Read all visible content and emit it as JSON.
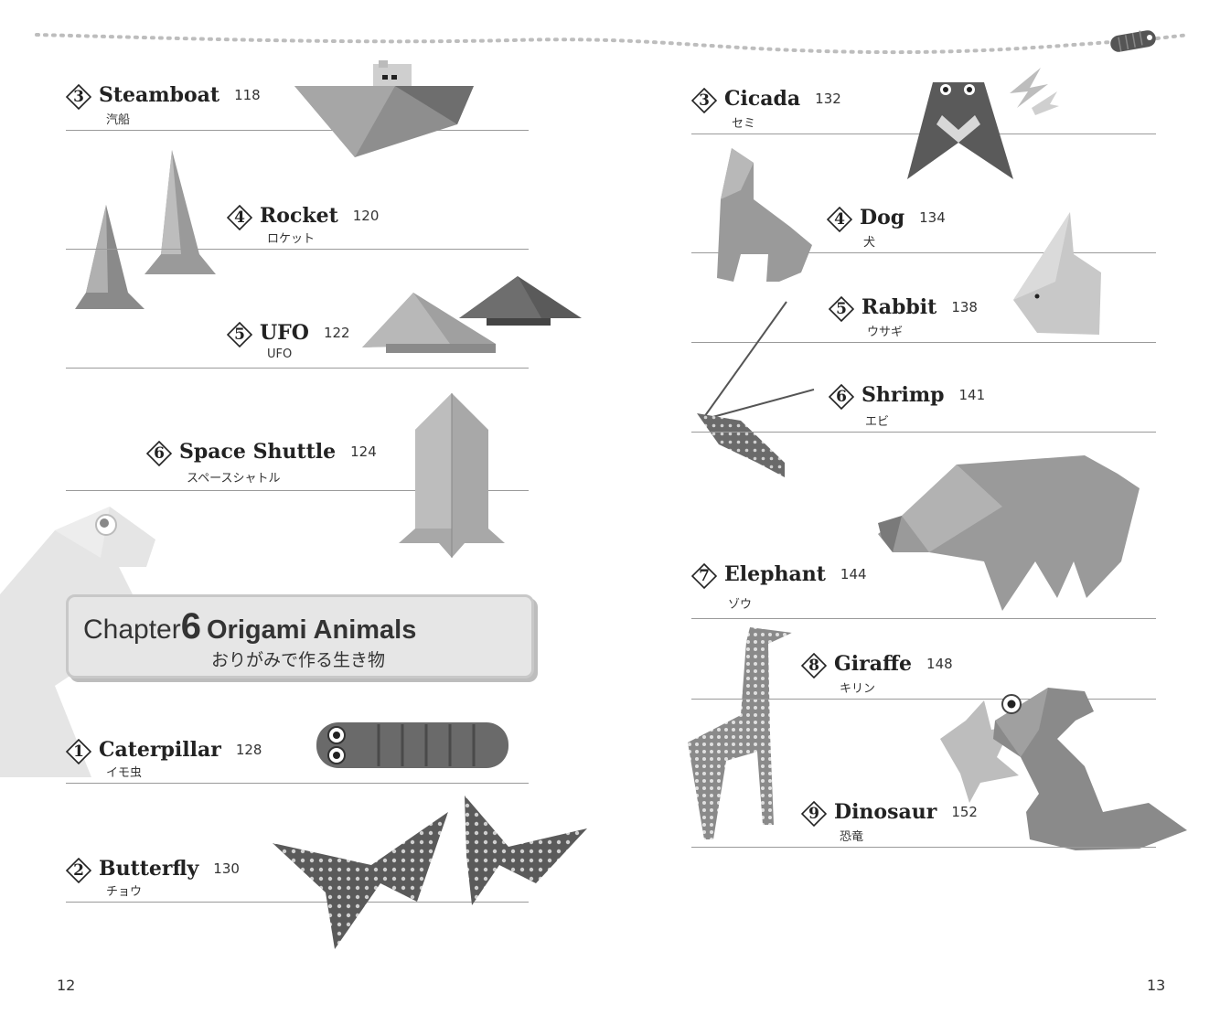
{
  "left_page": {
    "entries": [
      {
        "num": "3",
        "title": "Steamboat",
        "page": "118",
        "jp": "汽船"
      },
      {
        "num": "4",
        "title": "Rocket",
        "page": "120",
        "jp": "ロケット"
      },
      {
        "num": "5",
        "title": "UFO",
        "page": "122",
        "jp": "UFO"
      },
      {
        "num": "6",
        "title": "Space Shuttle",
        "page": "124",
        "jp": "スペースシャトル"
      },
      {
        "num": "1",
        "title": "Caterpillar",
        "page": "128",
        "jp": "イモ虫"
      },
      {
        "num": "2",
        "title": "Butterfly",
        "page": "130",
        "jp": "チョウ"
      }
    ],
    "chapter": {
      "word": "Chapter",
      "number": "6",
      "title": "Origami Animals",
      "subtitle": "おりがみで作る生き物"
    },
    "page_number": "12"
  },
  "right_page": {
    "entries": [
      {
        "num": "3",
        "title": "Cicada",
        "page": "132",
        "jp": "セミ"
      },
      {
        "num": "4",
        "title": "Dog",
        "page": "134",
        "jp": "犬"
      },
      {
        "num": "5",
        "title": "Rabbit",
        "page": "138",
        "jp": "ウサギ"
      },
      {
        "num": "6",
        "title": "Shrimp",
        "page": "141",
        "jp": "エビ"
      },
      {
        "num": "7",
        "title": "Elephant",
        "page": "144",
        "jp": "ゾウ"
      },
      {
        "num": "8",
        "title": "Giraffe",
        "page": "148",
        "jp": "キリン"
      },
      {
        "num": "9",
        "title": "Dinosaur",
        "page": "152",
        "jp": "恐竜"
      }
    ],
    "page_number": "13"
  }
}
